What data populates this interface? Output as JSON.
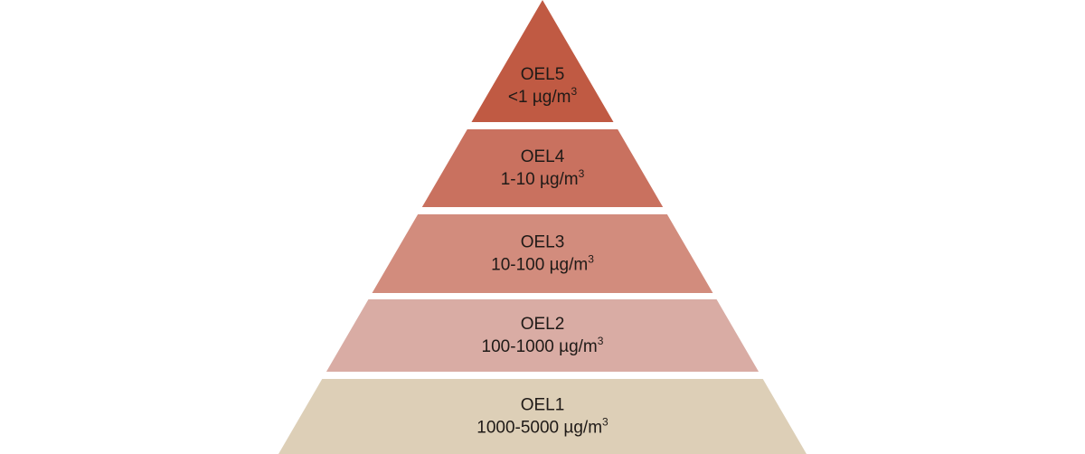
{
  "diagram": {
    "type": "pyramid",
    "tiers": [
      {
        "level": "OEL5",
        "range": "<1 µg/m",
        "unit_exponent": "3",
        "color": "#c05a43"
      },
      {
        "level": "OEL4",
        "range": "1-10 µg/m",
        "unit_exponent": "3",
        "color": "#c9715f"
      },
      {
        "level": "OEL3",
        "range": "10-100 µg/m",
        "unit_exponent": "3",
        "color": "#d28c7d"
      },
      {
        "level": "OEL2",
        "range": "100-1000 µg/m",
        "unit_exponent": "3",
        "color": "#d9aca4"
      },
      {
        "level": "OEL1",
        "range": "1000-5000 µg/m",
        "unit_exponent": "3",
        "color": "#ddcfb7"
      }
    ]
  }
}
